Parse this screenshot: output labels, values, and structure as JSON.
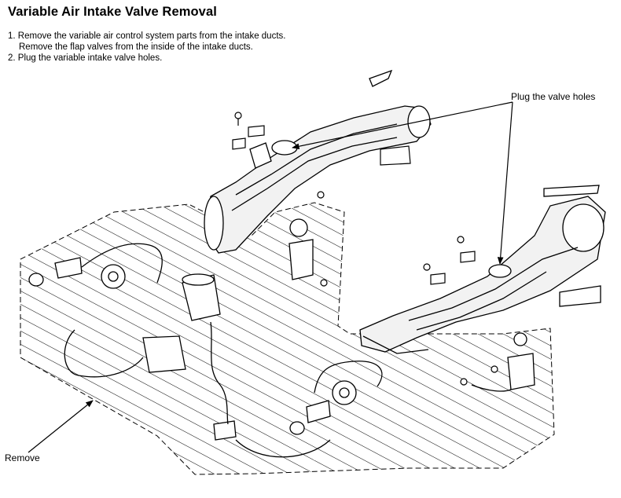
{
  "header": {
    "title": "Variable Air Intake Valve Removal"
  },
  "steps": [
    {
      "number": "1.",
      "lines": [
        "Remove the variable air control system parts from the intake ducts.",
        "Remove the flap valves from the inside of the intake ducts."
      ]
    },
    {
      "number": "2.",
      "lines": [
        "Plug the variable intake valve holes."
      ]
    }
  ],
  "callouts": {
    "plug_valve_holes": "Plug the valve holes",
    "remove": "Remove"
  },
  "colors": {
    "line": "#000000",
    "background": "#ffffff",
    "part_fill": "#f2f2f2"
  }
}
